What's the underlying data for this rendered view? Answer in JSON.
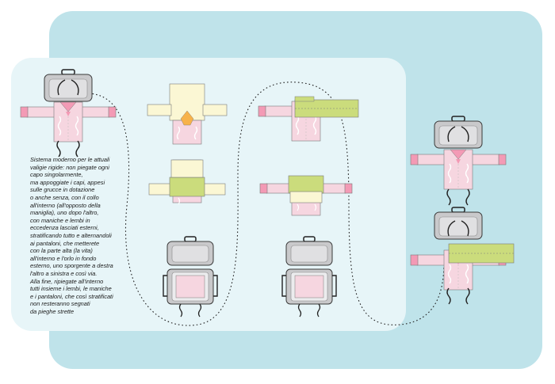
{
  "caption": "Sistema moderno per le attuali\nvaligie rigide: non piegate ogni\ncapo singolarmente,\nma appoggiate i capi, appesi\nsulle grucce in dotazione\no anche senza, con il collo\nall'interno (all'opposto della\nmaniglia), uno dopo l'altro,\ncon maniche e lembi in\neccedenza lasciati esterni,\nstratificando tutto e alternandoli\nai pantaloni, che metterete\ncon la parte alta (la vita)\nall'interno e l'orlo in fondo\nesterno, uno sporgente a destra\nl'altro a sinistra e così via.\nAlla fine, ripiegate all'interno\ntutti insieme i lembi, le maniche\ne i pantaloni, che così stratificati\nnon resteranno segnati\nda pieghe strette",
  "colors": {
    "background_panel": "#bfe3ea",
    "front_panel": "#e7f5f8",
    "shirt_pink": "#f6d6e0",
    "cuff_pink": "#f39ab5",
    "shirt_cream": "#fbf7d4",
    "trousers_green": "#cbdc7c",
    "suitcase_gray": "#c9c9cb",
    "suitcase_inner": "#e0e0e2",
    "collar_orange": "#f7b24a"
  },
  "steps": [
    {
      "name": "step-1-open-suitcase-with-shirt"
    },
    {
      "name": "step-2-cream-shirt-folded-sleeves"
    },
    {
      "name": "step-3-cream-shirt-with-trousers"
    },
    {
      "name": "step-4-closed-suitcase-left"
    },
    {
      "name": "step-5-pink-shirt-with-trousers-right"
    },
    {
      "name": "step-6-folded-shirt-over-trousers"
    },
    {
      "name": "step-7-closed-suitcase-middle"
    },
    {
      "name": "step-8-suitcase-with-shirt"
    },
    {
      "name": "step-9-suitcase-with-trousers"
    }
  ]
}
